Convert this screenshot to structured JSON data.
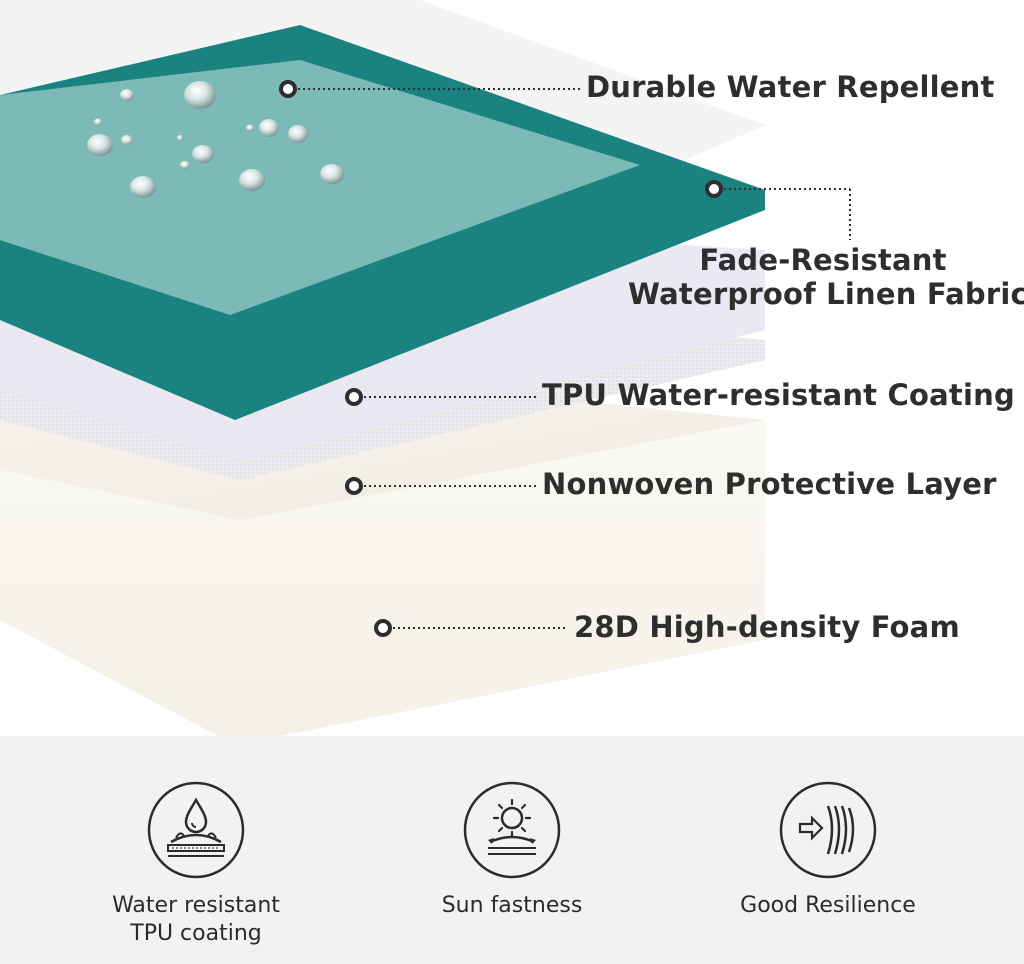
{
  "layers": {
    "durable_water_repellent": "Durable Water Repellent",
    "fabric_line1": "Fade-Resistant",
    "fabric_line2": "Waterproof Linen Fabric",
    "tpu_coating": "TPU Water-resistant Coating",
    "nonwoven": "Nonwoven Protective Layer",
    "foam": "28D High-density Foam"
  },
  "features": {
    "water": {
      "line1": "Water resistant",
      "line2": "TPU coating",
      "icon": "water-drop-icon"
    },
    "sun": {
      "line1": "Sun fastness",
      "icon": "sun-icon"
    },
    "resilience": {
      "line1": "Good Resilience",
      "icon": "resilience-icon"
    }
  },
  "colors": {
    "teal": "#1a8380",
    "teal_light": "#8ec4c1",
    "foam": "#f6f3ea",
    "panel": "#f2f2f2",
    "text": "#2e2e2e"
  }
}
